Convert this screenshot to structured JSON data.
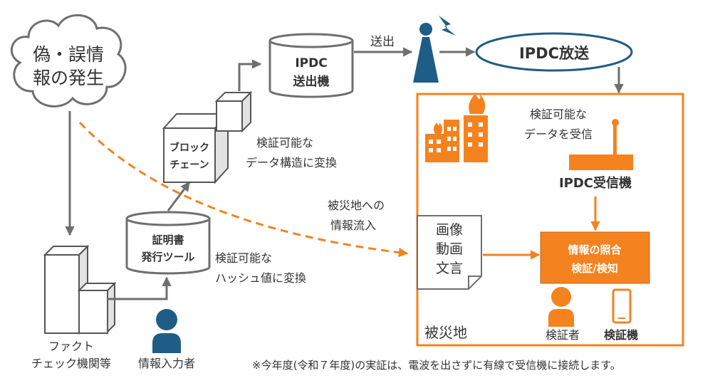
{
  "colors": {
    "orange": "#f4821f",
    "gray": "#6f6f6f",
    "navy": "#1f5d86",
    "text": "#333333"
  },
  "cloud": {
    "line1": "偽・誤情",
    "line2": "報の発生"
  },
  "fact_check": {
    "line1": "ファクト",
    "line2": "チェック機関等"
  },
  "inputter": {
    "label": "情報入力者"
  },
  "cert_tool": {
    "line1": "証明書",
    "line2": "発行ツール"
  },
  "hash_note": {
    "line1": "検証可能な",
    "line2": "ハッシュ値に変換"
  },
  "blockchain": {
    "line1": "ブロック",
    "line2": "チェーン"
  },
  "structure_note": {
    "line1": "検証可能な",
    "line2": "データ構造に変換"
  },
  "transmitter": {
    "line1": "IPDC",
    "line2": "送出機"
  },
  "send_label": "送出",
  "broadcast": {
    "label": "IPDC放送"
  },
  "receive_note": {
    "line1": "検証可能な",
    "line2": "データを受信"
  },
  "receiver": {
    "label": "IPDC受信機"
  },
  "inflow_note": {
    "line1": "被災地への",
    "line2": "情報流入"
  },
  "media_doc": {
    "line1": "画像",
    "line2": "動画",
    "line3": "文言"
  },
  "collation": {
    "line1": "情報の照合",
    "line2": "検証/検知"
  },
  "disaster_area": {
    "label": "被災地"
  },
  "verifier": {
    "label": "検証者"
  },
  "verify_device": {
    "label": "検証機"
  },
  "footnote": "※今年度(令和７年度)の実証は、電波を出さずに有線で受信機に接続します。"
}
